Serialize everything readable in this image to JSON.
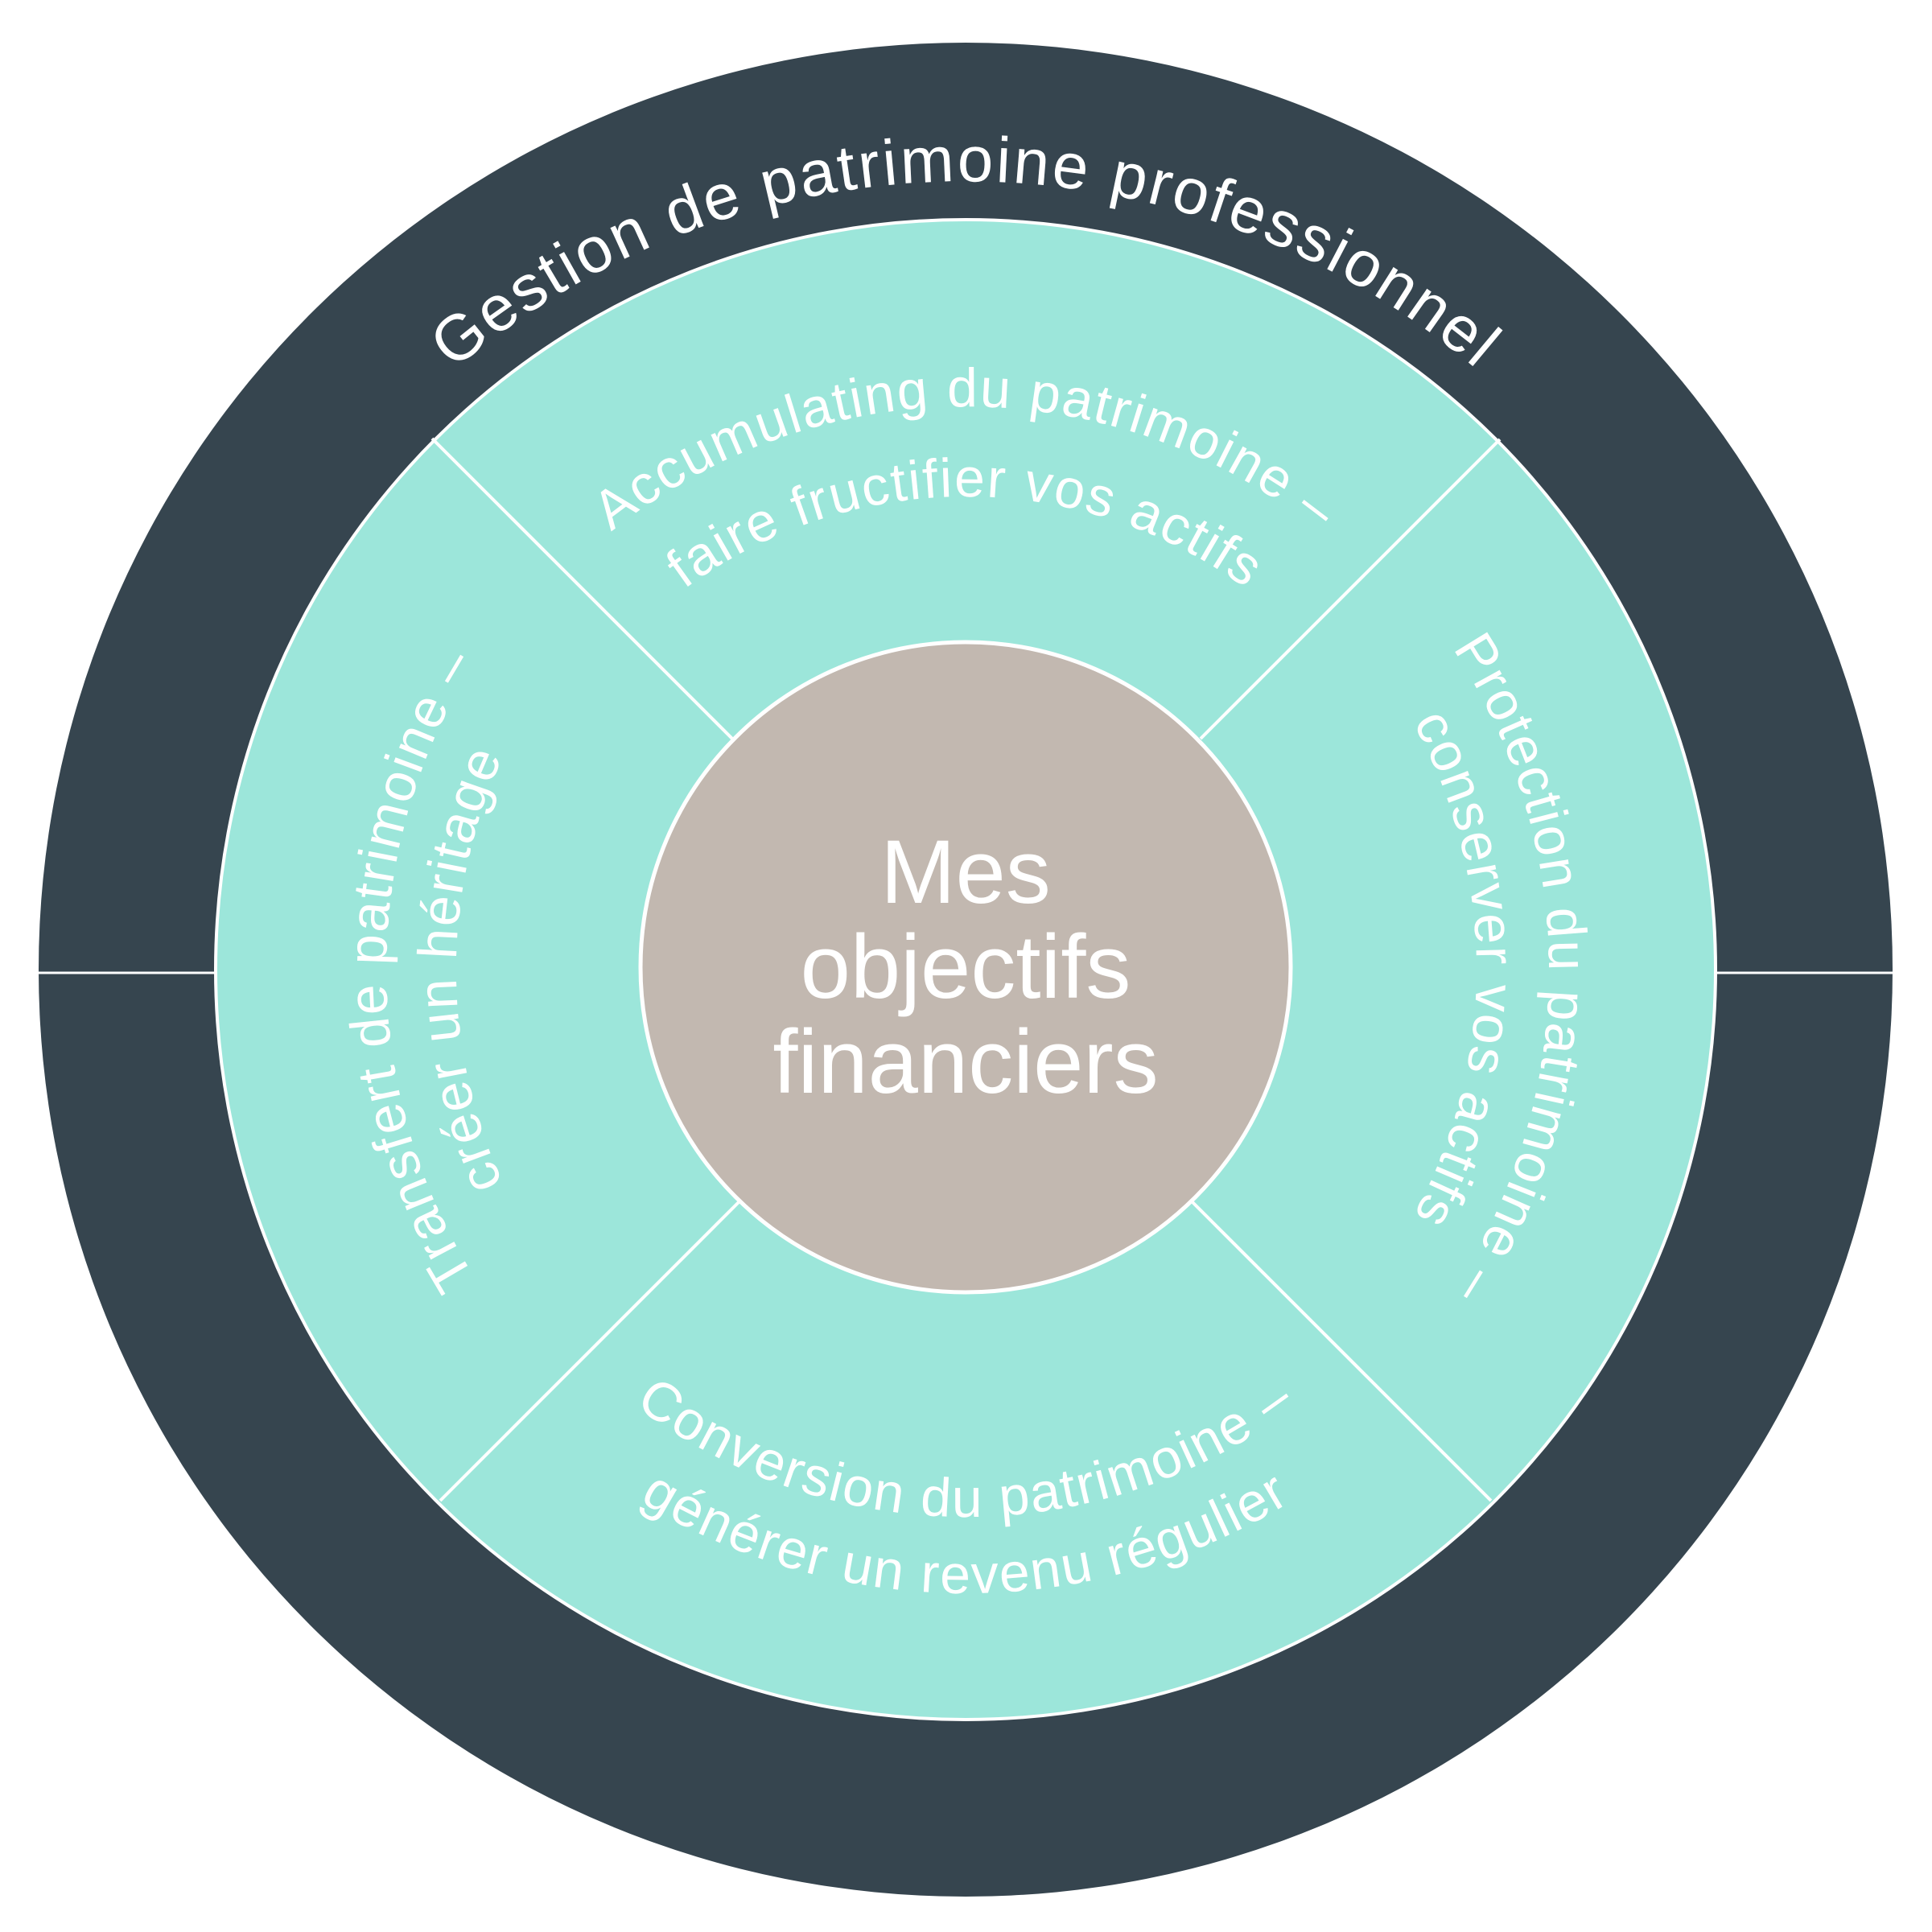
{
  "colors": {
    "outer_ring": "#36454f",
    "segments": "#9ce6da",
    "center": "#c2b8b0",
    "lines_and_text": "#ffffff"
  },
  "outer_ring": {
    "label": "Gestion de patrimoine professionnel"
  },
  "segments": [
    {
      "position": "top",
      "line1": "Accumulating du patrimoine –",
      "line2": "faire fructifier vos actifs"
    },
    {
      "position": "right",
      "line1": "Protection du patrimoine –",
      "line2": "conserver vos actifs"
    },
    {
      "position": "bottom",
      "line1": "Conversion du patrimoine –",
      "line2": "générer un revenu régulier"
    },
    {
      "position": "left",
      "line1": "Transfert de patrimoine –",
      "line2": "créer un héritage"
    }
  ],
  "center": {
    "lines": [
      "Mes",
      "objectifs",
      "financiers"
    ]
  }
}
